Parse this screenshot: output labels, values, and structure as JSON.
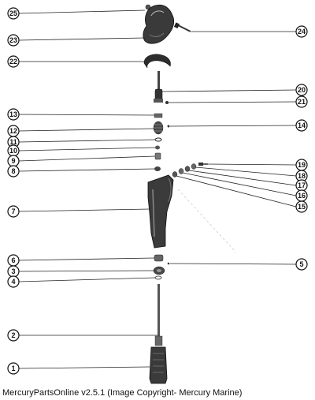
{
  "diagram": {
    "callouts": {
      "c1": "1",
      "c2": "2",
      "c3": "3",
      "c4": "4",
      "c5": "5",
      "c6": "6",
      "c7": "7",
      "c8": "8",
      "c9": "9",
      "c10": "10",
      "c11": "11",
      "c12": "12",
      "c13": "13",
      "c14": "14",
      "c15": "15",
      "c16": "16",
      "c17": "17",
      "c18": "18",
      "c19": "19",
      "c20": "20",
      "c21": "21",
      "c22": "22",
      "c23": "23",
      "c24": "24",
      "c25": "25"
    }
  },
  "footer": {
    "caption": "MercuryPartsOnline v2.5.1 (Image Copyright- Mercury Marine)"
  }
}
